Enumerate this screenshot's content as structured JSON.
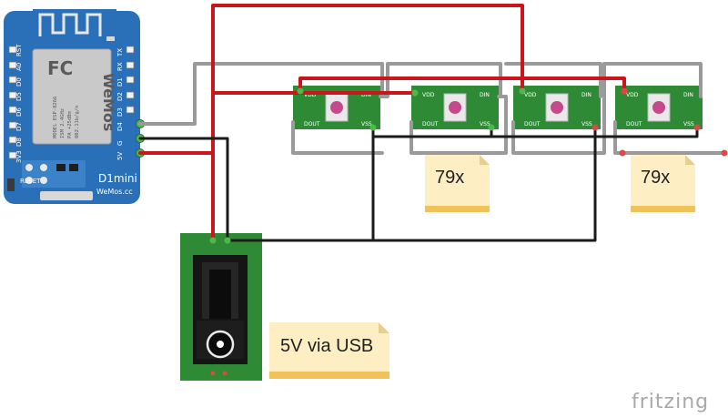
{
  "colors": {
    "wire_red": "#c8161c",
    "wire_black": "#1b1b1b",
    "wire_gray": "#9a9a9a",
    "board_blue": "#2a70b8",
    "pcb_green": "#2f8a36",
    "note_fill": "#fdeec3",
    "note_band": "#f2c25a"
  },
  "board": {
    "left_pins": [
      "RST",
      "A0",
      "D0",
      "D5",
      "D6",
      "D7",
      "D8",
      "3V3"
    ],
    "right_pins": [
      "TX",
      "RX",
      "D1",
      "D2",
      "D3",
      "D4",
      "G",
      "5V"
    ],
    "model_line1": "MODEL  ESP-8266",
    "model_line2": "ISM 2.4GHz",
    "model_line3": "PA +25dBm",
    "model_line4": "802.11b/g/n",
    "fcc_mark": "FC",
    "wemos_logo": "WeMos",
    "reset_label": "RESET",
    "name": "D1mini",
    "site": "WeMos.cc"
  },
  "strips": [
    {
      "vdd": "VDD",
      "din": "DIN",
      "dout": "DOUT",
      "vss": "VSS"
    },
    {
      "vdd": "VDD",
      "din": "DIN",
      "dout": "DOUT",
      "vss": "VSS"
    },
    {
      "vdd": "VDD",
      "din": "DIN",
      "dout": "DOUT",
      "vss": "VSS"
    },
    {
      "vdd": "VDD",
      "din": "DIN",
      "dout": "DOUT",
      "vss": "VSS"
    }
  ],
  "notes": {
    "note1": "79x",
    "note2": "79x",
    "note3": "5V via USB"
  },
  "watermark": "fritzing"
}
